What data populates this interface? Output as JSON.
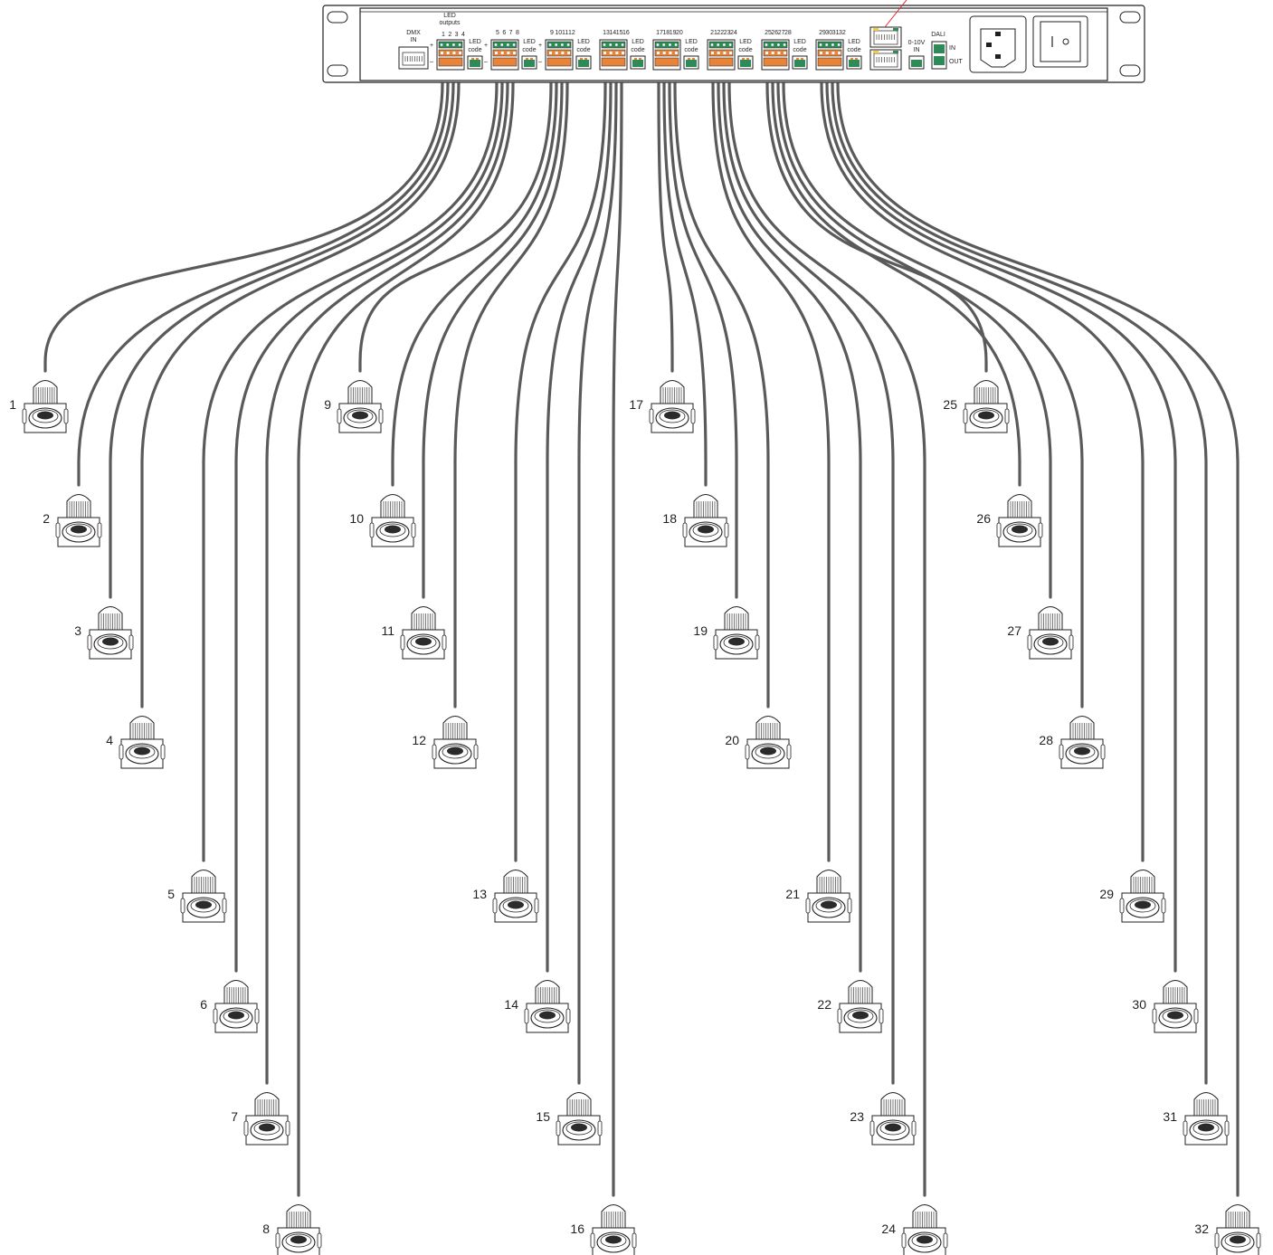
{
  "controller": {
    "dmx_in": [
      "DMX",
      "IN"
    ],
    "led_outputs": [
      "LED",
      "outputs"
    ],
    "plus": "+",
    "minus": "–",
    "led_code": [
      "LED",
      "code"
    ],
    "dim_in": [
      "0-10V",
      "IN"
    ],
    "dali": "DALI",
    "dali_in": "IN",
    "dali_out": "OUT",
    "groups": [
      [
        "1",
        "2",
        "3",
        "4"
      ],
      [
        "5",
        "6",
        "7",
        "8"
      ],
      [
        "9",
        "10",
        "11",
        "12"
      ],
      [
        "13",
        "14",
        "15",
        "16"
      ],
      [
        "17",
        "18",
        "19",
        "20"
      ],
      [
        "21",
        "22",
        "23",
        "24"
      ],
      [
        "25",
        "26",
        "27",
        "28"
      ],
      [
        "29",
        "30",
        "31",
        "32"
      ]
    ]
  },
  "fixtures": [
    "1",
    "2",
    "3",
    "4",
    "5",
    "6",
    "7",
    "8",
    "9",
    "10",
    "11",
    "12",
    "13",
    "14",
    "15",
    "16",
    "17",
    "18",
    "19",
    "20",
    "21",
    "22",
    "23",
    "24",
    "25",
    "26",
    "27",
    "28",
    "29",
    "30",
    "31",
    "32"
  ],
  "colors": {
    "cable": "#5a5a5a",
    "wire_tint": "#6fb9c9",
    "terminal_orange": "#e8833a",
    "terminal_green": "#2e8b57",
    "annotation_line": "#e0242b",
    "outline": "#231f20"
  }
}
